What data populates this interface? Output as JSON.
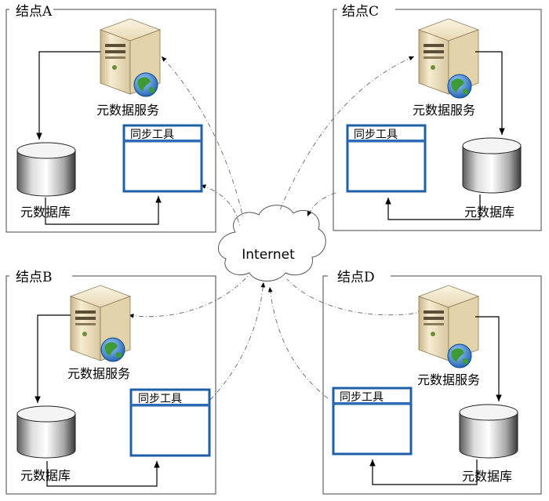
{
  "internet_label": "Internet",
  "nodes": {
    "a": {
      "title": "结点A",
      "service": "元数据服务",
      "database": "元数据库",
      "tool": "同步工具"
    },
    "b": {
      "title": "结点B",
      "service": "元数据服务",
      "database": "元数据库",
      "tool": "同步工具"
    },
    "c": {
      "title": "结点C",
      "service": "元数据服务",
      "database": "元数据库",
      "tool": "同步工具"
    },
    "d": {
      "title": "结点D",
      "service": "元数据服务",
      "database": "元数据库",
      "tool": "同步工具"
    }
  },
  "colors": {
    "tool_border": "#1f5fa8",
    "tool_header": "#2e6db5",
    "server_body": "#efe2c1",
    "globe_blue": "#2f7fd0",
    "globe_green": "#3d9a34"
  }
}
